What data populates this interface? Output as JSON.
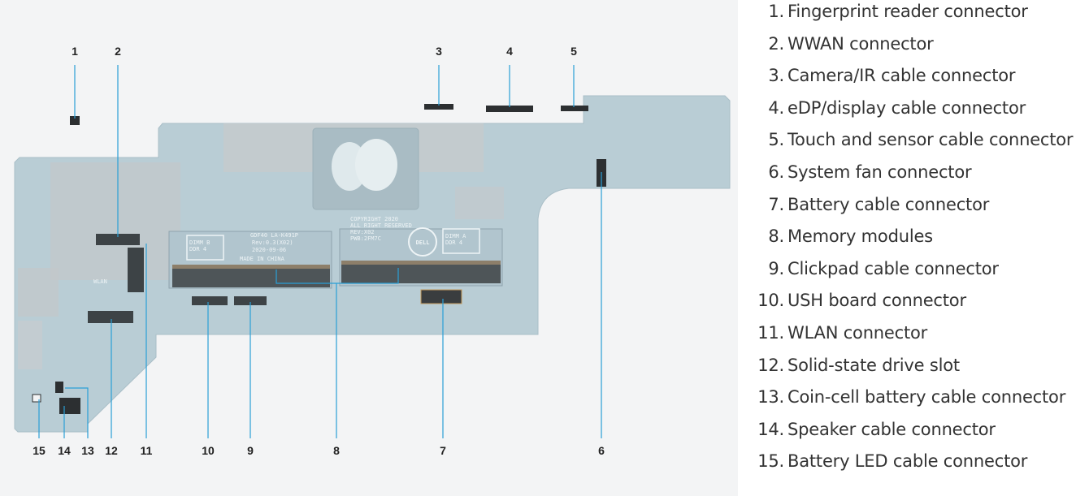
{
  "figure": {
    "silkscreen": {
      "copyright": [
        "COPYRIGHT 2020",
        "ALL RIGHT RESERVED",
        "REV:X02",
        "PWB:2FM7C"
      ],
      "board_id": [
        "GDF40 LA-K491P",
        "Rev:0.3(X02)",
        "2020-09-06",
        "MADE IN CHINA"
      ],
      "dimm_b": [
        "DIMM B",
        "DDR 4"
      ],
      "dimm_a": [
        "DIMM A",
        "DDR 4"
      ],
      "wlan": "WLAN",
      "logo": "DELL"
    },
    "callouts_top": [
      "1",
      "2",
      "3",
      "4",
      "5"
    ],
    "callouts_bottom": [
      "15",
      "14",
      "13",
      "12",
      "11",
      "10",
      "9",
      "8",
      "7",
      "6"
    ]
  },
  "legend": [
    {
      "n": "1.",
      "label": "Fingerprint reader connector"
    },
    {
      "n": "2.",
      "label": "WWAN connector"
    },
    {
      "n": "3.",
      "label": "Camera/IR cable connector"
    },
    {
      "n": "4.",
      "label": "eDP/display cable connector"
    },
    {
      "n": "5.",
      "label": "Touch and sensor cable connector"
    },
    {
      "n": "6.",
      "label": "System fan connector"
    },
    {
      "n": "7.",
      "label": "Battery cable connector"
    },
    {
      "n": "8.",
      "label": "Memory modules"
    },
    {
      "n": "9.",
      "label": "Clickpad cable connector"
    },
    {
      "n": "10.",
      "label": "USH board connector"
    },
    {
      "n": "11.",
      "label": "WLAN connector"
    },
    {
      "n": "12.",
      "label": "Solid-state drive slot"
    },
    {
      "n": "13.",
      "label": "Coin-cell battery cable connector"
    },
    {
      "n": "14.",
      "label": "Speaker cable connector"
    },
    {
      "n": "15.",
      "label": "Battery LED cable connector"
    }
  ]
}
